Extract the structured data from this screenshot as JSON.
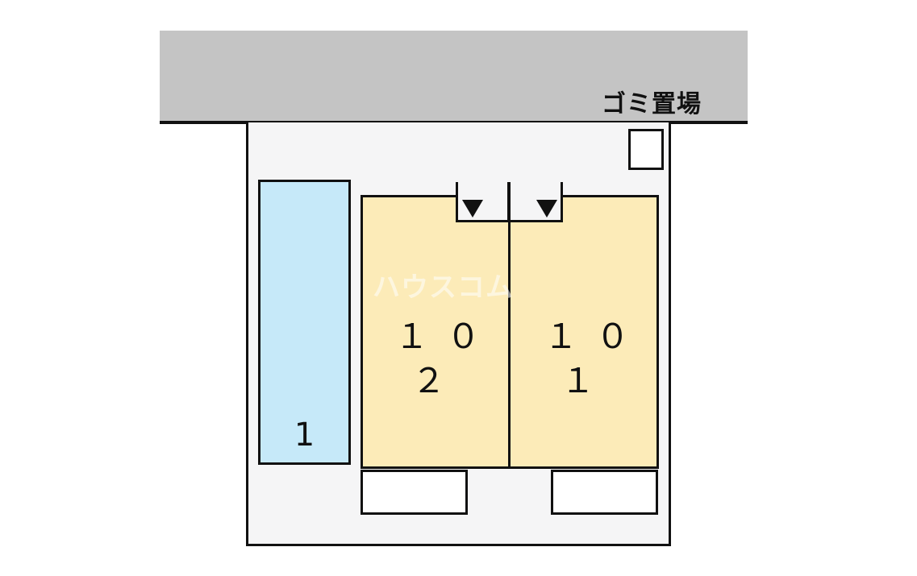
{
  "labels": {
    "garbage": "ゴミ置場",
    "parking": "1",
    "unit_102": "１０２",
    "unit_101": "１０１",
    "watermark": "ハウスコム"
  },
  "colors": {
    "road": "#c4c4c4",
    "site": "#f5f5f6",
    "parking": "#c6e9f9",
    "unit": "#fcebb8",
    "outline": "#111111"
  }
}
